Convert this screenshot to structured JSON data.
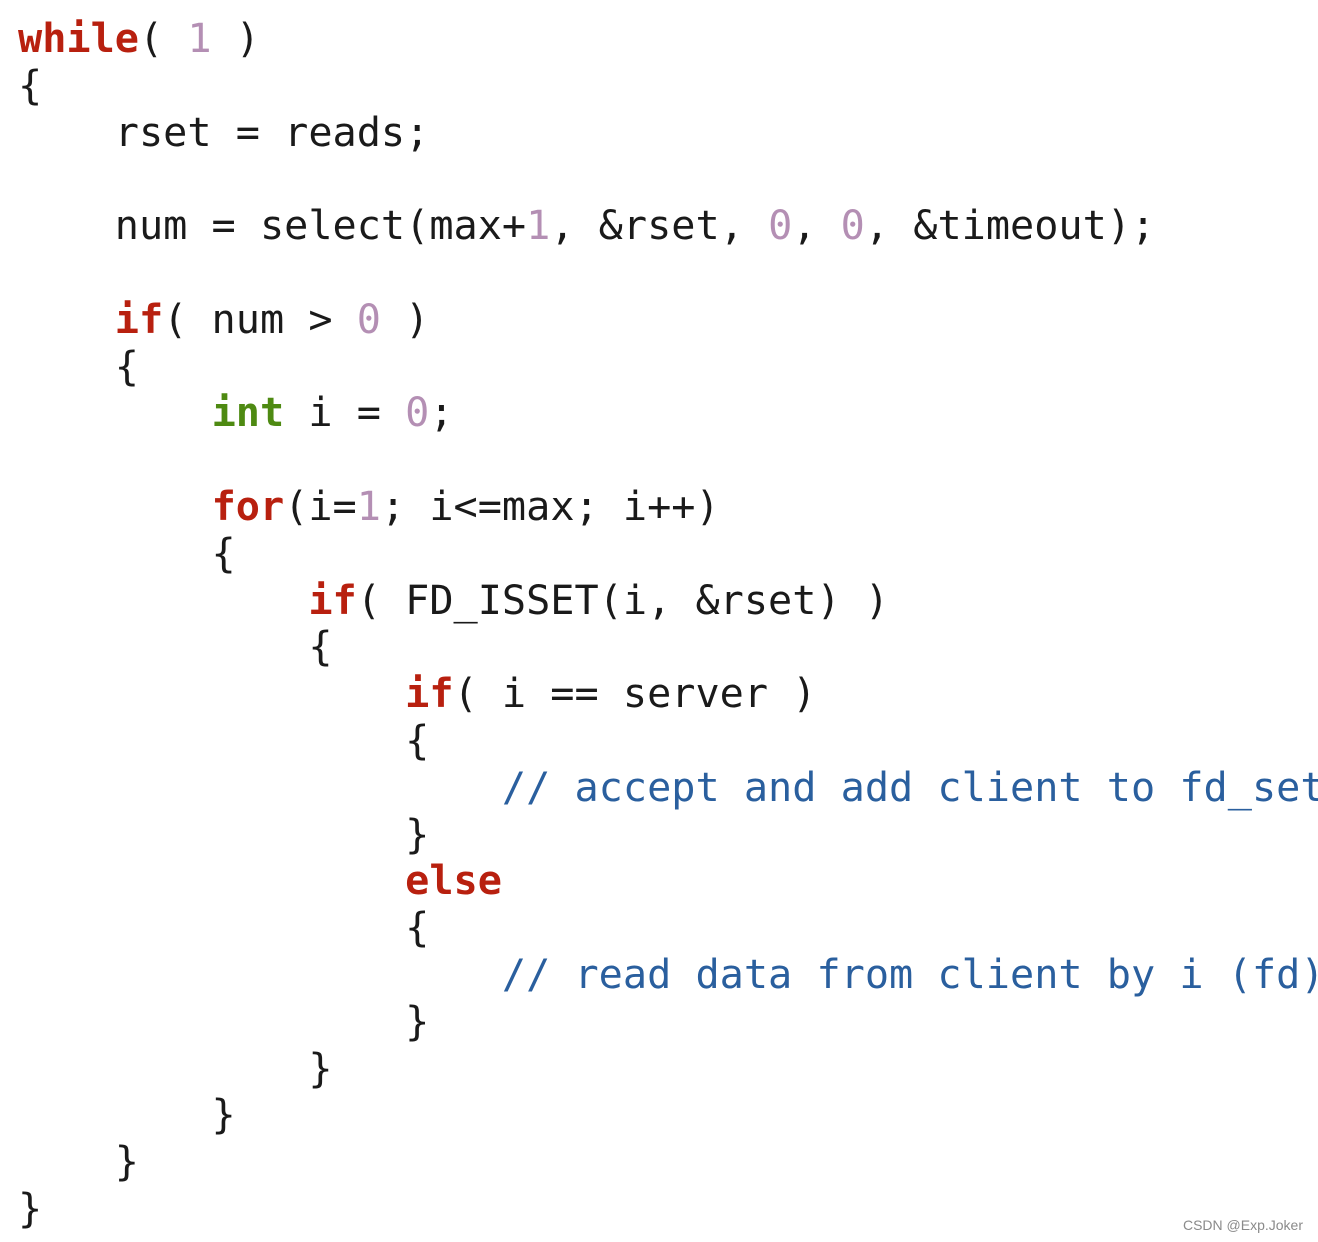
{
  "code_lines": [
    [
      {
        "t": "while",
        "c": "kw"
      },
      {
        "t": "( ",
        "c": "plain"
      },
      {
        "t": "1",
        "c": "num"
      },
      {
        "t": " )",
        "c": "plain"
      }
    ],
    [
      {
        "t": "{",
        "c": "plain"
      }
    ],
    [
      {
        "t": "    rset = reads;",
        "c": "plain"
      }
    ],
    [],
    [
      {
        "t": "    num = select(max+",
        "c": "plain"
      },
      {
        "t": "1",
        "c": "num"
      },
      {
        "t": ", &rset, ",
        "c": "plain"
      },
      {
        "t": "0",
        "c": "num"
      },
      {
        "t": ", ",
        "c": "plain"
      },
      {
        "t": "0",
        "c": "num"
      },
      {
        "t": ", &timeout);",
        "c": "plain"
      }
    ],
    [],
    [
      {
        "t": "    ",
        "c": "plain"
      },
      {
        "t": "if",
        "c": "kw"
      },
      {
        "t": "( num > ",
        "c": "plain"
      },
      {
        "t": "0",
        "c": "num"
      },
      {
        "t": " )",
        "c": "plain"
      }
    ],
    [
      {
        "t": "    {",
        "c": "plain"
      }
    ],
    [
      {
        "t": "        ",
        "c": "plain"
      },
      {
        "t": "int",
        "c": "type"
      },
      {
        "t": " i = ",
        "c": "plain"
      },
      {
        "t": "0",
        "c": "num"
      },
      {
        "t": ";",
        "c": "plain"
      }
    ],
    [],
    [
      {
        "t": "        ",
        "c": "plain"
      },
      {
        "t": "for",
        "c": "kw"
      },
      {
        "t": "(i=",
        "c": "plain"
      },
      {
        "t": "1",
        "c": "num"
      },
      {
        "t": "; i<=max; i++)",
        "c": "plain"
      }
    ],
    [
      {
        "t": "        {",
        "c": "plain"
      }
    ],
    [
      {
        "t": "            ",
        "c": "plain"
      },
      {
        "t": "if",
        "c": "kw"
      },
      {
        "t": "( FD_ISSET(i, &rset) )",
        "c": "plain"
      }
    ],
    [
      {
        "t": "            {",
        "c": "plain"
      }
    ],
    [
      {
        "t": "                ",
        "c": "plain"
      },
      {
        "t": "if",
        "c": "kw"
      },
      {
        "t": "( i == server )",
        "c": "plain"
      }
    ],
    [
      {
        "t": "                {",
        "c": "plain"
      }
    ],
    [
      {
        "t": "                    ",
        "c": "plain"
      },
      {
        "t": "// accept and add client to fd_set",
        "c": "cm"
      }
    ],
    [
      {
        "t": "                }",
        "c": "plain"
      }
    ],
    [
      {
        "t": "                ",
        "c": "plain"
      },
      {
        "t": "else",
        "c": "kw"
      }
    ],
    [
      {
        "t": "                {",
        "c": "plain"
      }
    ],
    [
      {
        "t": "                    ",
        "c": "plain"
      },
      {
        "t": "// read data from client by i (fd)",
        "c": "cm"
      }
    ],
    [
      {
        "t": "                }",
        "c": "plain"
      }
    ],
    [
      {
        "t": "            }",
        "c": "plain"
      }
    ],
    [
      {
        "t": "        }",
        "c": "plain"
      }
    ],
    [
      {
        "t": "    }",
        "c": "plain"
      }
    ],
    [
      {
        "t": "}",
        "c": "plain"
      }
    ]
  ],
  "watermark": "CSDN @Exp.Joker",
  "colors": {
    "keyword": "#b8200f",
    "type": "#4e8a12",
    "number": "#b48fb4",
    "comment": "#2a5f9e"
  }
}
